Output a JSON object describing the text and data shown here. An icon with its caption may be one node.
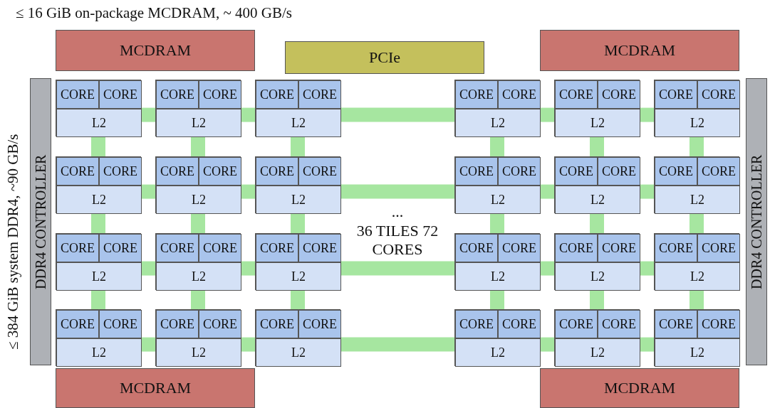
{
  "diagram": {
    "nodes": [
      {
        "text": [
          "MCDRAM"
        ]
      },
      {
        "text": [
          "PCIe"
        ]
      },
      {
        "text": [
          "MCDRAM"
        ]
      },
      {
        "text": [
          "DDR4 CONTROLLER"
        ]
      },
      {
        "text": [
          "DDR4 CONTROLLER"
        ]
      },
      {
        "text": [
          "MCDRAM"
        ]
      },
      {
        "text": [
          "MCDRAM"
        ]
      },
      {
        "text": [
          "...",
          "36 TILES 72 CORES"
        ]
      },
      {
        "text": [],
        "shape": "box"
      },
      {
        "text": [
          "CORE"
        ],
        "in": 8
      },
      {
        "text": [
          "CORE"
        ],
        "in": 8
      },
      {
        "text": [
          "L2"
        ],
        "in": 8
      },
      {
        "text": [],
        "shape": "box"
      },
      {
        "text": [
          "CORE"
        ],
        "in": 12
      },
      {
        "text": [
          "CORE"
        ],
        "in": 12
      },
      {
        "text": [
          "L2"
        ],
        "in": 12
      },
      {
        "text": [],
        "shape": "box"
      },
      {
        "text": [
          "CORE"
        ],
        "in": 16
      },
      {
        "text": [
          "CORE"
        ],
        "in": 16
      },
      {
        "text": [
          "L2"
        ],
        "in": 16
      },
      {
        "text": [],
        "shape": "box"
      },
      {
        "text": [
          "CORE"
        ],
        "in": 20
      },
      {
        "text": [
          "CORE"
        ],
        "in": 20
      },
      {
        "text": [
          "L2"
        ],
        "in": 20
      },
      {
        "text": [],
        "shape": "box"
      },
      {
        "text": [
          "CORE"
        ],
        "in": 24
      },
      {
        "text": [
          "CORE"
        ],
        "in": 24
      },
      {
        "text": [
          "L2"
        ],
        "in": 24
      },
      {
        "text": [],
        "shape": "box"
      },
      {
        "text": [
          "CORE"
        ],
        "in": 28
      },
      {
        "text": [
          "CORE"
        ],
        "in": 28
      },
      {
        "text": [
          "L2"
        ],
        "in": 28
      },
      {
        "text": [],
        "shape": "box"
      },
      {
        "text": [
          "CORE"
        ],
        "in": 32
      },
      {
        "text": [
          "CORE"
        ],
        "in": 32
      },
      {
        "text": [
          "L2"
        ],
        "in": 32
      },
      {
        "text": [],
        "shape": "box"
      },
      {
        "text": [
          "CORE"
        ],
        "in": 36
      },
      {
        "text": [
          "CORE"
        ],
        "in": 36
      },
      {
        "text": [
          "L2"
        ],
        "in": 36
      },
      {
        "text": [],
        "shape": "box"
      },
      {
        "text": [
          "CORE"
        ],
        "in": 40
      },
      {
        "text": [
          "CORE"
        ],
        "in": 40
      },
      {
        "text": [
          "L2"
        ],
        "in": 40
      },
      {
        "text": [],
        "shape": "box"
      },
      {
        "text": [
          "CORE"
        ],
        "in": 44
      },
      {
        "text": [
          "CORE"
        ],
        "in": 44
      },
      {
        "text": [
          "L2"
        ],
        "in": 44
      },
      {
        "text": [],
        "shape": "box"
      },
      {
        "text": [
          "CORE"
        ],
        "in": 48
      },
      {
        "text": [
          "CORE"
        ],
        "in": 48
      },
      {
        "text": [
          "L2"
        ],
        "in": 48
      },
      {
        "text": [],
        "shape": "box"
      },
      {
        "text": [
          "CORE"
        ],
        "in": 52
      },
      {
        "text": [
          "CORE"
        ],
        "in": 52
      },
      {
        "text": [
          "L2"
        ],
        "in": 52
      },
      {
        "text": [],
        "shape": "box"
      },
      {
        "text": [
          "CORE"
        ],
        "in": 56
      },
      {
        "text": [
          "CORE"
        ],
        "in": 56
      },
      {
        "text": [
          "L2"
        ],
        "in": 56
      },
      {
        "text": [],
        "shape": "box"
      },
      {
        "text": [
          "CORE"
        ],
        "in": 60
      },
      {
        "text": [
          "CORE"
        ],
        "in": 60
      },
      {
        "text": [
          "L2"
        ],
        "in": 60
      },
      {
        "text": [],
        "shape": "box"
      },
      {
        "text": [
          "CORE"
        ],
        "in": 64
      },
      {
        "text": [
          "CORE"
        ],
        "in": 64
      },
      {
        "text": [
          "L2"
        ],
        "in": 64
      },
      {
        "text": [],
        "shape": "box"
      },
      {
        "text": [
          "CORE"
        ],
        "in": 68
      },
      {
        "text": [
          "CORE"
        ],
        "in": 68
      },
      {
        "text": [
          "L2"
        ],
        "in": 68
      },
      {
        "text": [],
        "shape": "box"
      },
      {
        "text": [
          "CORE"
        ],
        "in": 72
      },
      {
        "text": [
          "CORE"
        ],
        "in": 72
      },
      {
        "text": [
          "L2"
        ],
        "in": 72
      },
      {
        "text": [],
        "shape": "box"
      },
      {
        "text": [
          "CORE"
        ],
        "in": 76
      },
      {
        "text": [
          "CORE"
        ],
        "in": 76
      },
      {
        "text": [
          "L2"
        ],
        "in": 76
      },
      {
        "text": [],
        "shape": "box"
      },
      {
        "text": [
          "CORE"
        ],
        "in": 80
      },
      {
        "text": [
          "CORE"
        ],
        "in": 80
      },
      {
        "text": [
          "L2"
        ],
        "in": 80
      },
      {
        "text": [],
        "shape": "box"
      },
      {
        "text": [
          "CORE"
        ],
        "in": 84
      },
      {
        "text": [
          "CORE"
        ],
        "in": 84
      },
      {
        "text": [
          "L2"
        ],
        "in": 84
      },
      {
        "text": [],
        "shape": "box"
      },
      {
        "text": [
          "CORE"
        ],
        "in": 88
      },
      {
        "text": [
          "CORE"
        ],
        "in": 88
      },
      {
        "text": [
          "L2"
        ],
        "in": 88
      },
      {
        "text": [],
        "shape": "box"
      },
      {
        "text": [
          "CORE"
        ],
        "in": 92
      },
      {
        "text": [
          "CORE"
        ],
        "in": 92
      },
      {
        "text": [
          "L2"
        ],
        "in": 92
      },
      {
        "text": [],
        "shape": "box"
      },
      {
        "text": [
          "CORE"
        ],
        "in": 96
      },
      {
        "text": [
          "CORE"
        ],
        "in": 96
      },
      {
        "text": [
          "L2"
        ],
        "in": 96
      },
      {
        "text": [],
        "shape": "box"
      },
      {
        "text": [
          "CORE"
        ],
        "in": 100
      },
      {
        "text": [
          "CORE"
        ],
        "in": 100
      },
      {
        "text": [
          "L2"
        ],
        "in": 100
      }
    ],
    "edges": [
      {
        "from": 8,
        "to": 12,
        "arrow": "none"
      },
      {
        "from": 12,
        "to": 16,
        "arrow": "none"
      },
      {
        "from": 16,
        "to": 20,
        "arrow": "none"
      },
      {
        "from": 20,
        "to": 24,
        "arrow": "none"
      },
      {
        "from": 24,
        "to": 28,
        "arrow": "none"
      },
      {
        "from": 32,
        "to": 36,
        "arrow": "none"
      },
      {
        "from": 36,
        "to": 40,
        "arrow": "none"
      },
      {
        "from": 40,
        "to": 44,
        "arrow": "none"
      },
      {
        "from": 44,
        "to": 48,
        "arrow": "none"
      },
      {
        "from": 48,
        "to": 52,
        "arrow": "none"
      },
      {
        "from": 56,
        "to": 60,
        "arrow": "none"
      },
      {
        "from": 60,
        "to": 64,
        "arrow": "none"
      },
      {
        "from": 64,
        "to": 68,
        "arrow": "none"
      },
      {
        "from": 68,
        "to": 72,
        "arrow": "none"
      },
      {
        "from": 72,
        "to": 76,
        "arrow": "none"
      },
      {
        "from": 80,
        "to": 84,
        "arrow": "none"
      },
      {
        "from": 84,
        "to": 88,
        "arrow": "none"
      },
      {
        "from": 88,
        "to": 92,
        "arrow": "none"
      },
      {
        "from": 92,
        "to": 96,
        "arrow": "none"
      },
      {
        "from": 96,
        "to": 100,
        "arrow": "none"
      },
      {
        "from": 8,
        "to": 32,
        "arrow": "none"
      },
      {
        "from": 12,
        "to": 36,
        "arrow": "none"
      },
      {
        "from": 16,
        "to": 40,
        "arrow": "none"
      },
      {
        "from": 20,
        "to": 44,
        "arrow": "none"
      },
      {
        "from": 24,
        "to": 48,
        "arrow": "none"
      },
      {
        "from": 28,
        "to": 52,
        "arrow": "none"
      },
      {
        "from": 32,
        "to": 56,
        "arrow": "none"
      },
      {
        "from": 36,
        "to": 60,
        "arrow": "none"
      },
      {
        "from": 40,
        "to": 64,
        "arrow": "none"
      },
      {
        "from": 44,
        "to": 68,
        "arrow": "none"
      },
      {
        "from": 48,
        "to": 72,
        "arrow": "none"
      },
      {
        "from": 52,
        "to": 76,
        "arrow": "none"
      },
      {
        "from": 56,
        "to": 80,
        "arrow": "none"
      },
      {
        "from": 60,
        "to": 84,
        "arrow": "none"
      },
      {
        "from": 64,
        "to": 88,
        "arrow": "none"
      },
      {
        "from": 68,
        "to": 92,
        "arrow": "none"
      },
      {
        "from": 72,
        "to": 96,
        "arrow": "none"
      },
      {
        "from": 76,
        "to": 100,
        "arrow": "none"
      }
    ],
    "labels": [
      "≤ 16 GiB on-package MCDRAM, ~ 400 GB/s",
      "≤ 384 GiB system DDR4, ~90 GB/s"
    ]
  }
}
